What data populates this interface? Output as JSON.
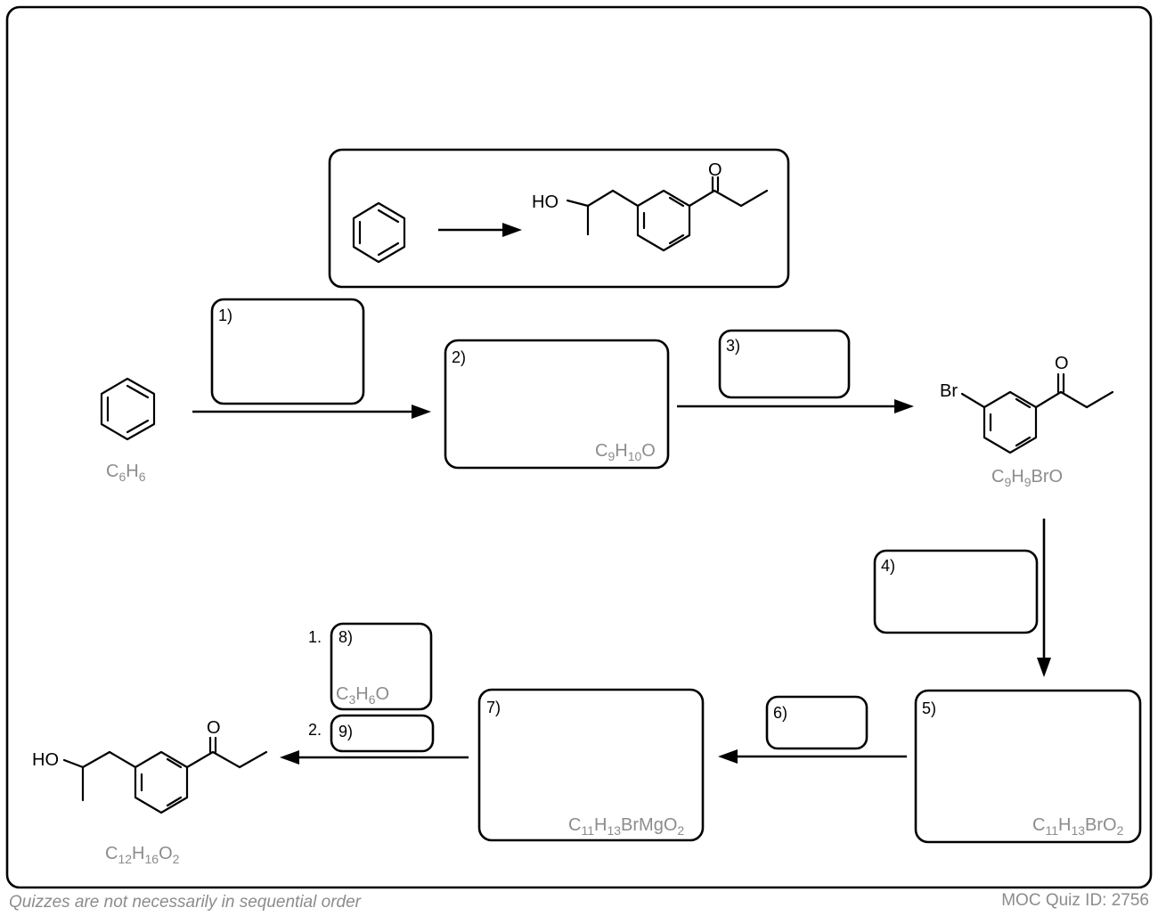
{
  "target_scheme": {
    "start": "benzene",
    "product": "3-(2-hydroxypropyl)propiophenone"
  },
  "boxes": {
    "b1": {
      "label": "1)"
    },
    "b2": {
      "label": "2)",
      "formula_main": "C",
      "sub1": "9",
      "mid1": "H",
      "sub2": "10",
      "tail": "O"
    },
    "b3": {
      "label": "3)"
    },
    "b4": {
      "label": "4)"
    },
    "b5": {
      "label": "5)",
      "formula_main": "C",
      "sub1": "11",
      "mid1": "H",
      "sub2": "13",
      "tail": "BrO",
      "sub3": "2"
    },
    "b6": {
      "label": "6)"
    },
    "b7": {
      "label": "7)",
      "formula_main": "C",
      "sub1": "11",
      "mid1": "H",
      "sub2": "13",
      "tail": "BrMgO",
      "sub3": "2"
    },
    "b8": {
      "label": "8)",
      "step": "1.",
      "formula_main": "C",
      "sub1": "3",
      "mid1": "H",
      "sub2": "6",
      "tail": "O"
    },
    "b9": {
      "label": "9)",
      "step": "2."
    }
  },
  "compounds": {
    "benzene": {
      "c": "C",
      "s1": "6",
      "h": "H",
      "s2": "6"
    },
    "bromoketone": {
      "br": "Br",
      "o": "O",
      "f1": "C",
      "s1": "9",
      "f2": "H",
      "s2": "9",
      "f3": "BrO"
    },
    "final": {
      "ho": "HO",
      "o": "O",
      "f1": "C",
      "s1": "12",
      "f2": "H",
      "s2": "16",
      "f3": "O",
      "s3": "2"
    },
    "target": {
      "ho": "HO",
      "o": "O"
    }
  },
  "footer": {
    "left": "Quizzes are not necessarily in sequential order",
    "right": "MOC Quiz ID: 2756"
  }
}
